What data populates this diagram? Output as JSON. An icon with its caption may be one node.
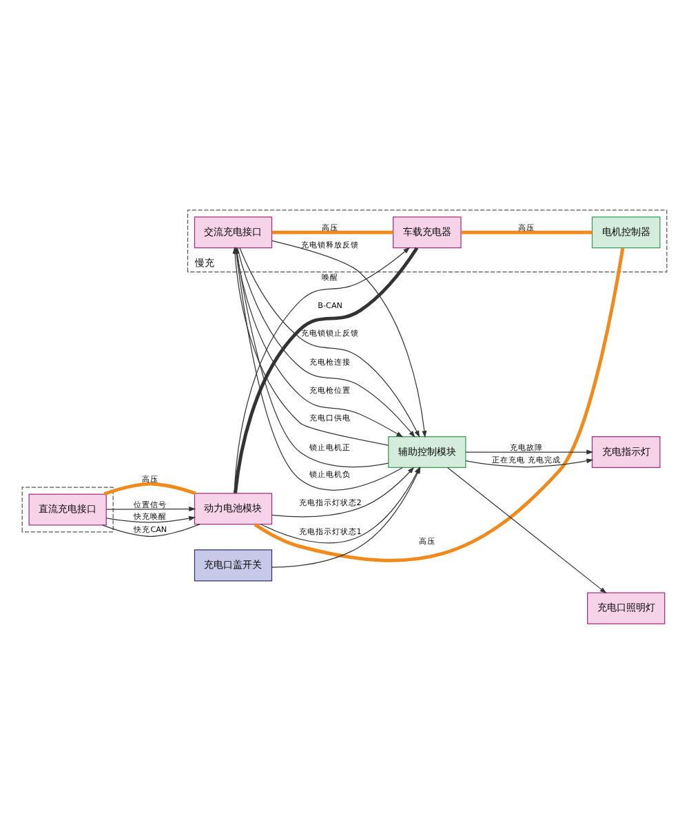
{
  "diagram": {
    "nodes": [
      {
        "text": [
          "慢充"
        ]
      },
      {
        "text": [
          "交流充电接口"
        ],
        "in": 0
      },
      {
        "text": [
          "车载充电器"
        ],
        "in": 0
      },
      {
        "text": [
          "电机控制器"
        ],
        "in": 0
      },
      {
        "text": [
          "辅助控制模块"
        ]
      },
      {
        "text": [
          "充电口盖开关"
        ]
      },
      {
        "text": [
          "充电口照明灯"
        ]
      },
      {
        "text": [
          "动力电池模块"
        ]
      },
      {
        "text": [],
        "shape": "box"
      },
      {
        "text": [
          "直流充电接口"
        ],
        "in": 8
      },
      {
        "text": [
          "充电指示灯"
        ]
      }
    ],
    "edges": [
      {
        "from": 4,
        "to": 1,
        "arrow": "to",
        "label": "充电口供电"
      },
      {
        "from": 1,
        "to": 4,
        "arrow": "to",
        "label": "充电锁释放反馈"
      },
      {
        "from": 1,
        "to": 4,
        "arrow": "to",
        "label": "充电锁锁止反馈"
      },
      {
        "from": 4,
        "to": 1,
        "arrow": "to",
        "label": "锁止电机正"
      },
      {
        "from": 4,
        "to": 1,
        "arrow": "to",
        "label": "锁止电机负"
      },
      {
        "from": 1,
        "to": 4,
        "arrow": "to",
        "label": "充电枪连接"
      },
      {
        "from": 1,
        "to": 4,
        "arrow": "to",
        "label": "充电枪位置"
      },
      {
        "from": 5,
        "to": 4,
        "arrow": "to"
      },
      {
        "from": 4,
        "to": 6,
        "arrow": "to"
      },
      {
        "from": 1,
        "to": 2,
        "arrow": "none",
        "label": "高压",
        "style": "thick",
        "color": "#f08a1c"
      },
      {
        "from": 2,
        "to": 3,
        "arrow": "none",
        "label": "高压",
        "style": "thick",
        "color": "#f08a1c"
      },
      {
        "from": 3,
        "to": 7,
        "arrow": "none",
        "label": "高压",
        "style": "thick",
        "color": "#f08a1c"
      },
      {
        "from": 7,
        "to": 2,
        "arrow": "to",
        "label": "唤醒"
      },
      {
        "from": 2,
        "to": 7,
        "arrow": "none",
        "label": "B-CAN",
        "style": "thick"
      },
      {
        "from": 9,
        "to": 7,
        "arrow": "none",
        "label": "高压",
        "style": "thick",
        "color": "#f08a1c"
      },
      {
        "from": 9,
        "to": 7,
        "arrow": "to",
        "label": "位置信号"
      },
      {
        "from": 9,
        "to": 7,
        "arrow": "to",
        "label": "快充唤醒"
      },
      {
        "from": 9,
        "to": 7,
        "arrow": "none",
        "label": "快充CAN"
      },
      {
        "from": 7,
        "to": 4,
        "arrow": "to",
        "label": "充电指示灯状态1"
      },
      {
        "from": 7,
        "to": 4,
        "arrow": "to",
        "label": "充电指示灯状态2"
      },
      {
        "from": 4,
        "to": 10,
        "arrow": "to",
        "label": "正在充电 充电完成"
      },
      {
        "from": 4,
        "to": 10,
        "arrow": "to",
        "label": "充电故障"
      }
    ]
  }
}
